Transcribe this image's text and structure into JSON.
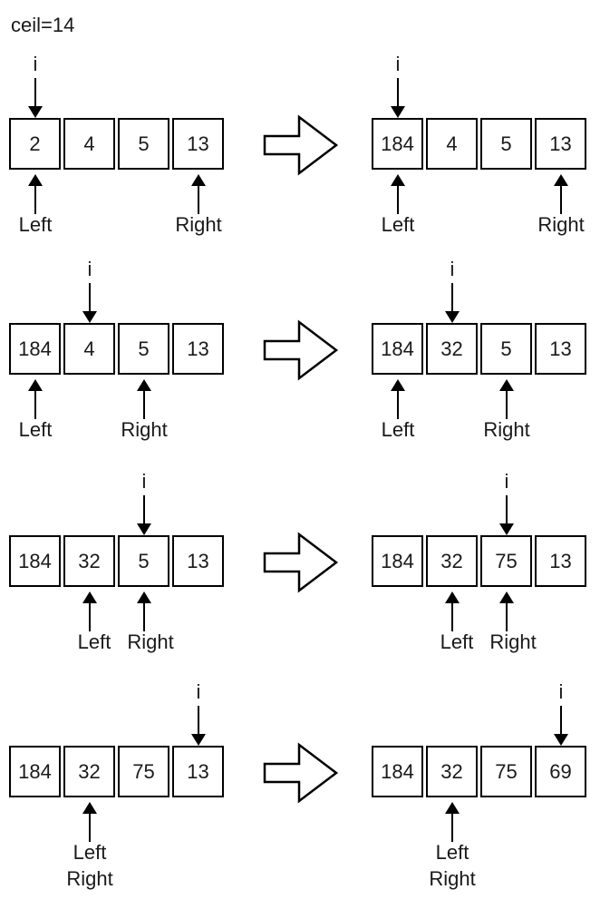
{
  "title": "ceil=14",
  "pointer_labels": {
    "i": "i",
    "left": "Left",
    "right": "Right"
  },
  "steps": [
    {
      "before": {
        "cells": [
          "2",
          "4",
          "5",
          "13"
        ],
        "i_index": 0,
        "left_index": 0,
        "right_index": 3
      },
      "after": {
        "cells": [
          "184",
          "4",
          "5",
          "13"
        ],
        "i_index": 0,
        "left_index": 0,
        "right_index": 3
      }
    },
    {
      "before": {
        "cells": [
          "184",
          "4",
          "5",
          "13"
        ],
        "i_index": 1,
        "left_index": 0,
        "right_index": 2
      },
      "after": {
        "cells": [
          "184",
          "32",
          "5",
          "13"
        ],
        "i_index": 1,
        "left_index": 0,
        "right_index": 2
      }
    },
    {
      "before": {
        "cells": [
          "184",
          "32",
          "5",
          "13"
        ],
        "i_index": 2,
        "left_index": 1,
        "right_index": 2
      },
      "after": {
        "cells": [
          "184",
          "32",
          "75",
          "13"
        ],
        "i_index": 2,
        "left_index": 1,
        "right_index": 2
      }
    },
    {
      "before": {
        "cells": [
          "184",
          "32",
          "75",
          "13"
        ],
        "i_index": 3,
        "left_index": 1,
        "right_index": 1
      },
      "after": {
        "cells": [
          "184",
          "32",
          "75",
          "69"
        ],
        "i_index": 3,
        "left_index": 1,
        "right_index": 1
      }
    }
  ],
  "colors": {
    "stroke": "#000000",
    "text": "#1a1a1a",
    "background": "#ffffff"
  }
}
